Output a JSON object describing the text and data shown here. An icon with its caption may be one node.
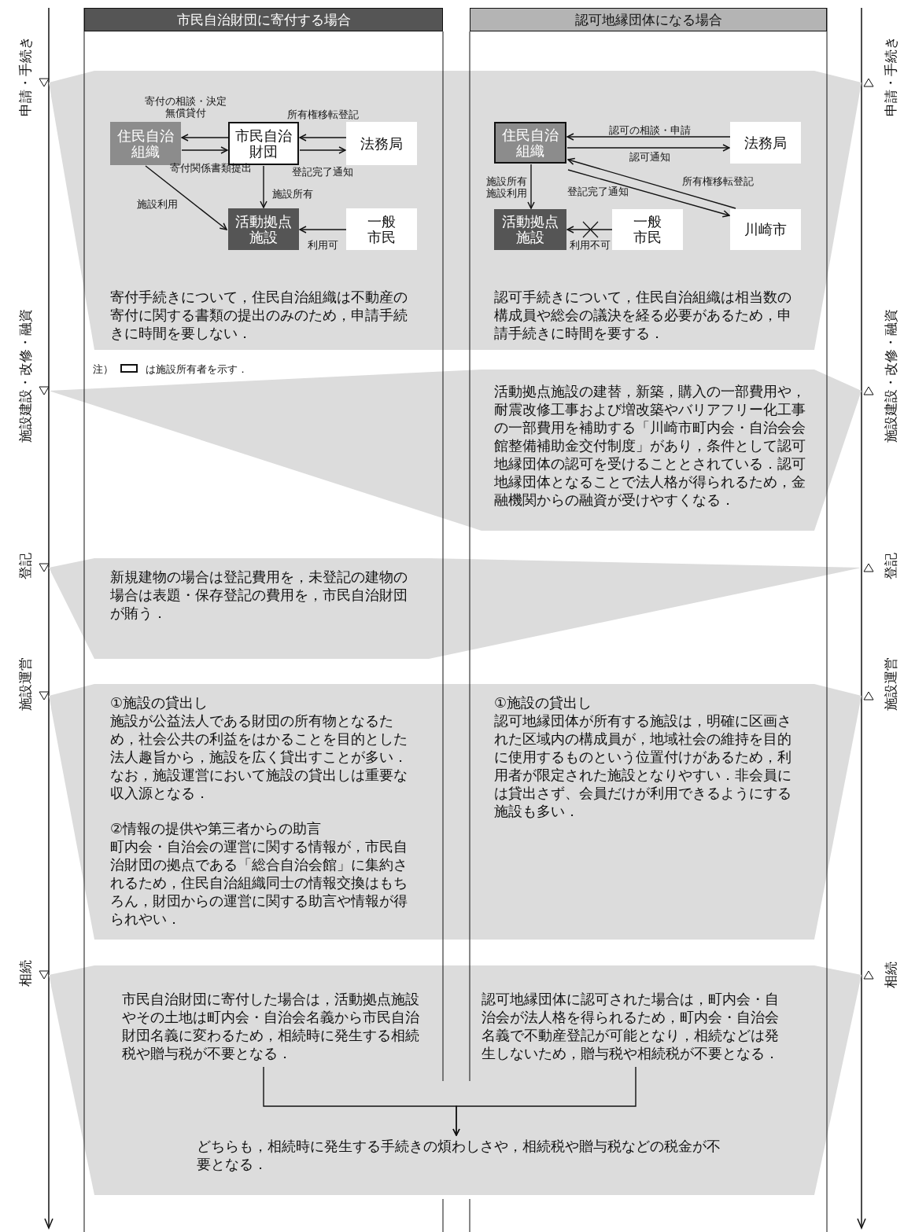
{
  "diagram": {
    "nodes": [
      {
        "text": [
          "市民自治財団に寄付する場合"
        ]
      },
      {
        "text": [
          "認可地縁団体になる場合"
        ]
      },
      {
        "text": [
          "寄付手続きについて，住民自治組織は不動産の寄付に関する書類の提出のみのため，申請手続きに時間を要しない．",
          "認可手続きについて，住民自治組織は相当数の構成員や総会の議決を経る必要があるため，申請手続きに時間を要する．"
        ]
      },
      {
        "text": [
          "住民自治組織"
        ],
        "in": 2
      },
      {
        "text": [
          "市民自治財団"
        ],
        "in": 2
      },
      {
        "text": [
          "法務局"
        ],
        "in": 2
      },
      {
        "text": [
          "活動拠点施設"
        ],
        "in": 2
      },
      {
        "text": [
          "一般市民"
        ],
        "in": 2
      },
      {
        "text": [
          "住民自治組織"
        ],
        "in": 2
      },
      {
        "text": [
          "法務局"
        ],
        "in": 2
      },
      {
        "text": [
          "活動拠点施設"
        ],
        "in": 2
      },
      {
        "text": [
          "一般市民"
        ],
        "in": 2
      },
      {
        "text": [
          "川崎市"
        ],
        "in": 2
      },
      {
        "text": [
          "活動拠点施設の建替，新築，購入の一部費用や，耐震改修工事および増改築やバリアフリー化工事の一部費用を補助する「川崎市町内会・自治会会館整備補助金交付制度」があり，条件として認可地縁団体の認可を受けることとされている．認可地縁団体となることで法人格が得られるため，金融機関からの融資が受けやすくなる．"
        ]
      },
      {
        "text": [
          "新規建物の場合は登記費用を，未登記の建物の場合は表題・保存登記の費用を，市民自治財団が賄う．"
        ]
      },
      {
        "text": [
          "①施設の貸出し",
          "施設が公益法人である財団の所有物となるため，社会公共の利益をはかることを目的とした法人趣旨から，施設を広く貸出すことが多い．なお，施設運営において施設の貸出しは重要な収入源となる．",
          "②情報の提供や第三者からの助言",
          "町内会・自治会の運営に関する情報が，市民自治財団の拠点である「総合自治会館」に集約されるため，住民自治組織同士の情報交換はもちろん，財団からの運営に関する助言や情報が得られやい．",
          "①施設の貸出し",
          "認可地縁団体が所有する施設は，明確に区画された区域内の構成員が，地域社会の維持を目的に使用するものという位置付けがあるため，利用者が限定された施設となりやすい．非会員には貸出さず、会員だけが利用できるようにする施設も多い．"
        ]
      },
      {
        "text": [],
        "shape": "band"
      },
      {
        "text": [
          "市民自治財団に寄付した場合は，活動拠点施設やその土地は町内会・自治会名義から市民自治財団名義に変わるため，相続時に発生する相続税や贈与税が不要となる．"
        ],
        "in": 16
      },
      {
        "text": [
          "認可地縁団体に認可された場合は，町内会・自治会が法人格を得られるため，町内会・自治会名義で不動産登記が可能となり，相続などは発生しないため，贈与税や相続税が不要となる．"
        ],
        "in": 16
      },
      {
        "text": [
          "どちらも，相続時に発生する手続きの煩わしさや，相続税や贈与税などの税金が不要となる．"
        ],
        "in": 16
      }
    ],
    "edges": [
      {
        "from": 4,
        "to": 3,
        "arrow": "to",
        "label": "寄付の相談・決定無償貸付"
      },
      {
        "from": 3,
        "to": 4,
        "arrow": "to",
        "label": "寄付関係書類提出"
      },
      {
        "from": 5,
        "to": 4,
        "arrow": "to",
        "label": "所有権移転登記"
      },
      {
        "from": 4,
        "to": 5,
        "arrow": "to",
        "label": "登記完了通知"
      },
      {
        "from": 4,
        "to": 6,
        "arrow": "to",
        "label": "施設所有"
      },
      {
        "from": 3,
        "to": 6,
        "arrow": "to",
        "label": "施設利用"
      },
      {
        "from": 7,
        "to": 6,
        "arrow": "to",
        "label": "利用可"
      },
      {
        "from": 9,
        "to": 8,
        "arrow": "to",
        "label": "認可の相談・申請"
      },
      {
        "from": 8,
        "to": 9,
        "arrow": "to",
        "label": "認可通知"
      },
      {
        "from": 12,
        "to": 8,
        "arrow": "to",
        "label": "所有権移転登記"
      },
      {
        "from": 8,
        "to": 12,
        "arrow": "to",
        "label": "登記完了通知"
      },
      {
        "from": 8,
        "to": 10,
        "arrow": "to",
        "label": "施設所有施設利用"
      },
      {
        "from": 11,
        "to": 10,
        "arrow": "to",
        "label": "利用不可"
      },
      {
        "from": 17,
        "to": 19,
        "arrow": "to"
      },
      {
        "from": 18,
        "to": 19,
        "arrow": "to"
      }
    ],
    "labels": [
      "申請・手続き",
      "申請・手続き",
      "注）",
      "施設建設・改修・融資",
      "施設建設・改修・融資",
      "登記",
      "登記",
      "施設運営",
      "施設運営",
      "相続",
      "相続"
    ],
    "legend": [
      {
        "text": "は施設所有者を示す．"
      }
    ]
  }
}
